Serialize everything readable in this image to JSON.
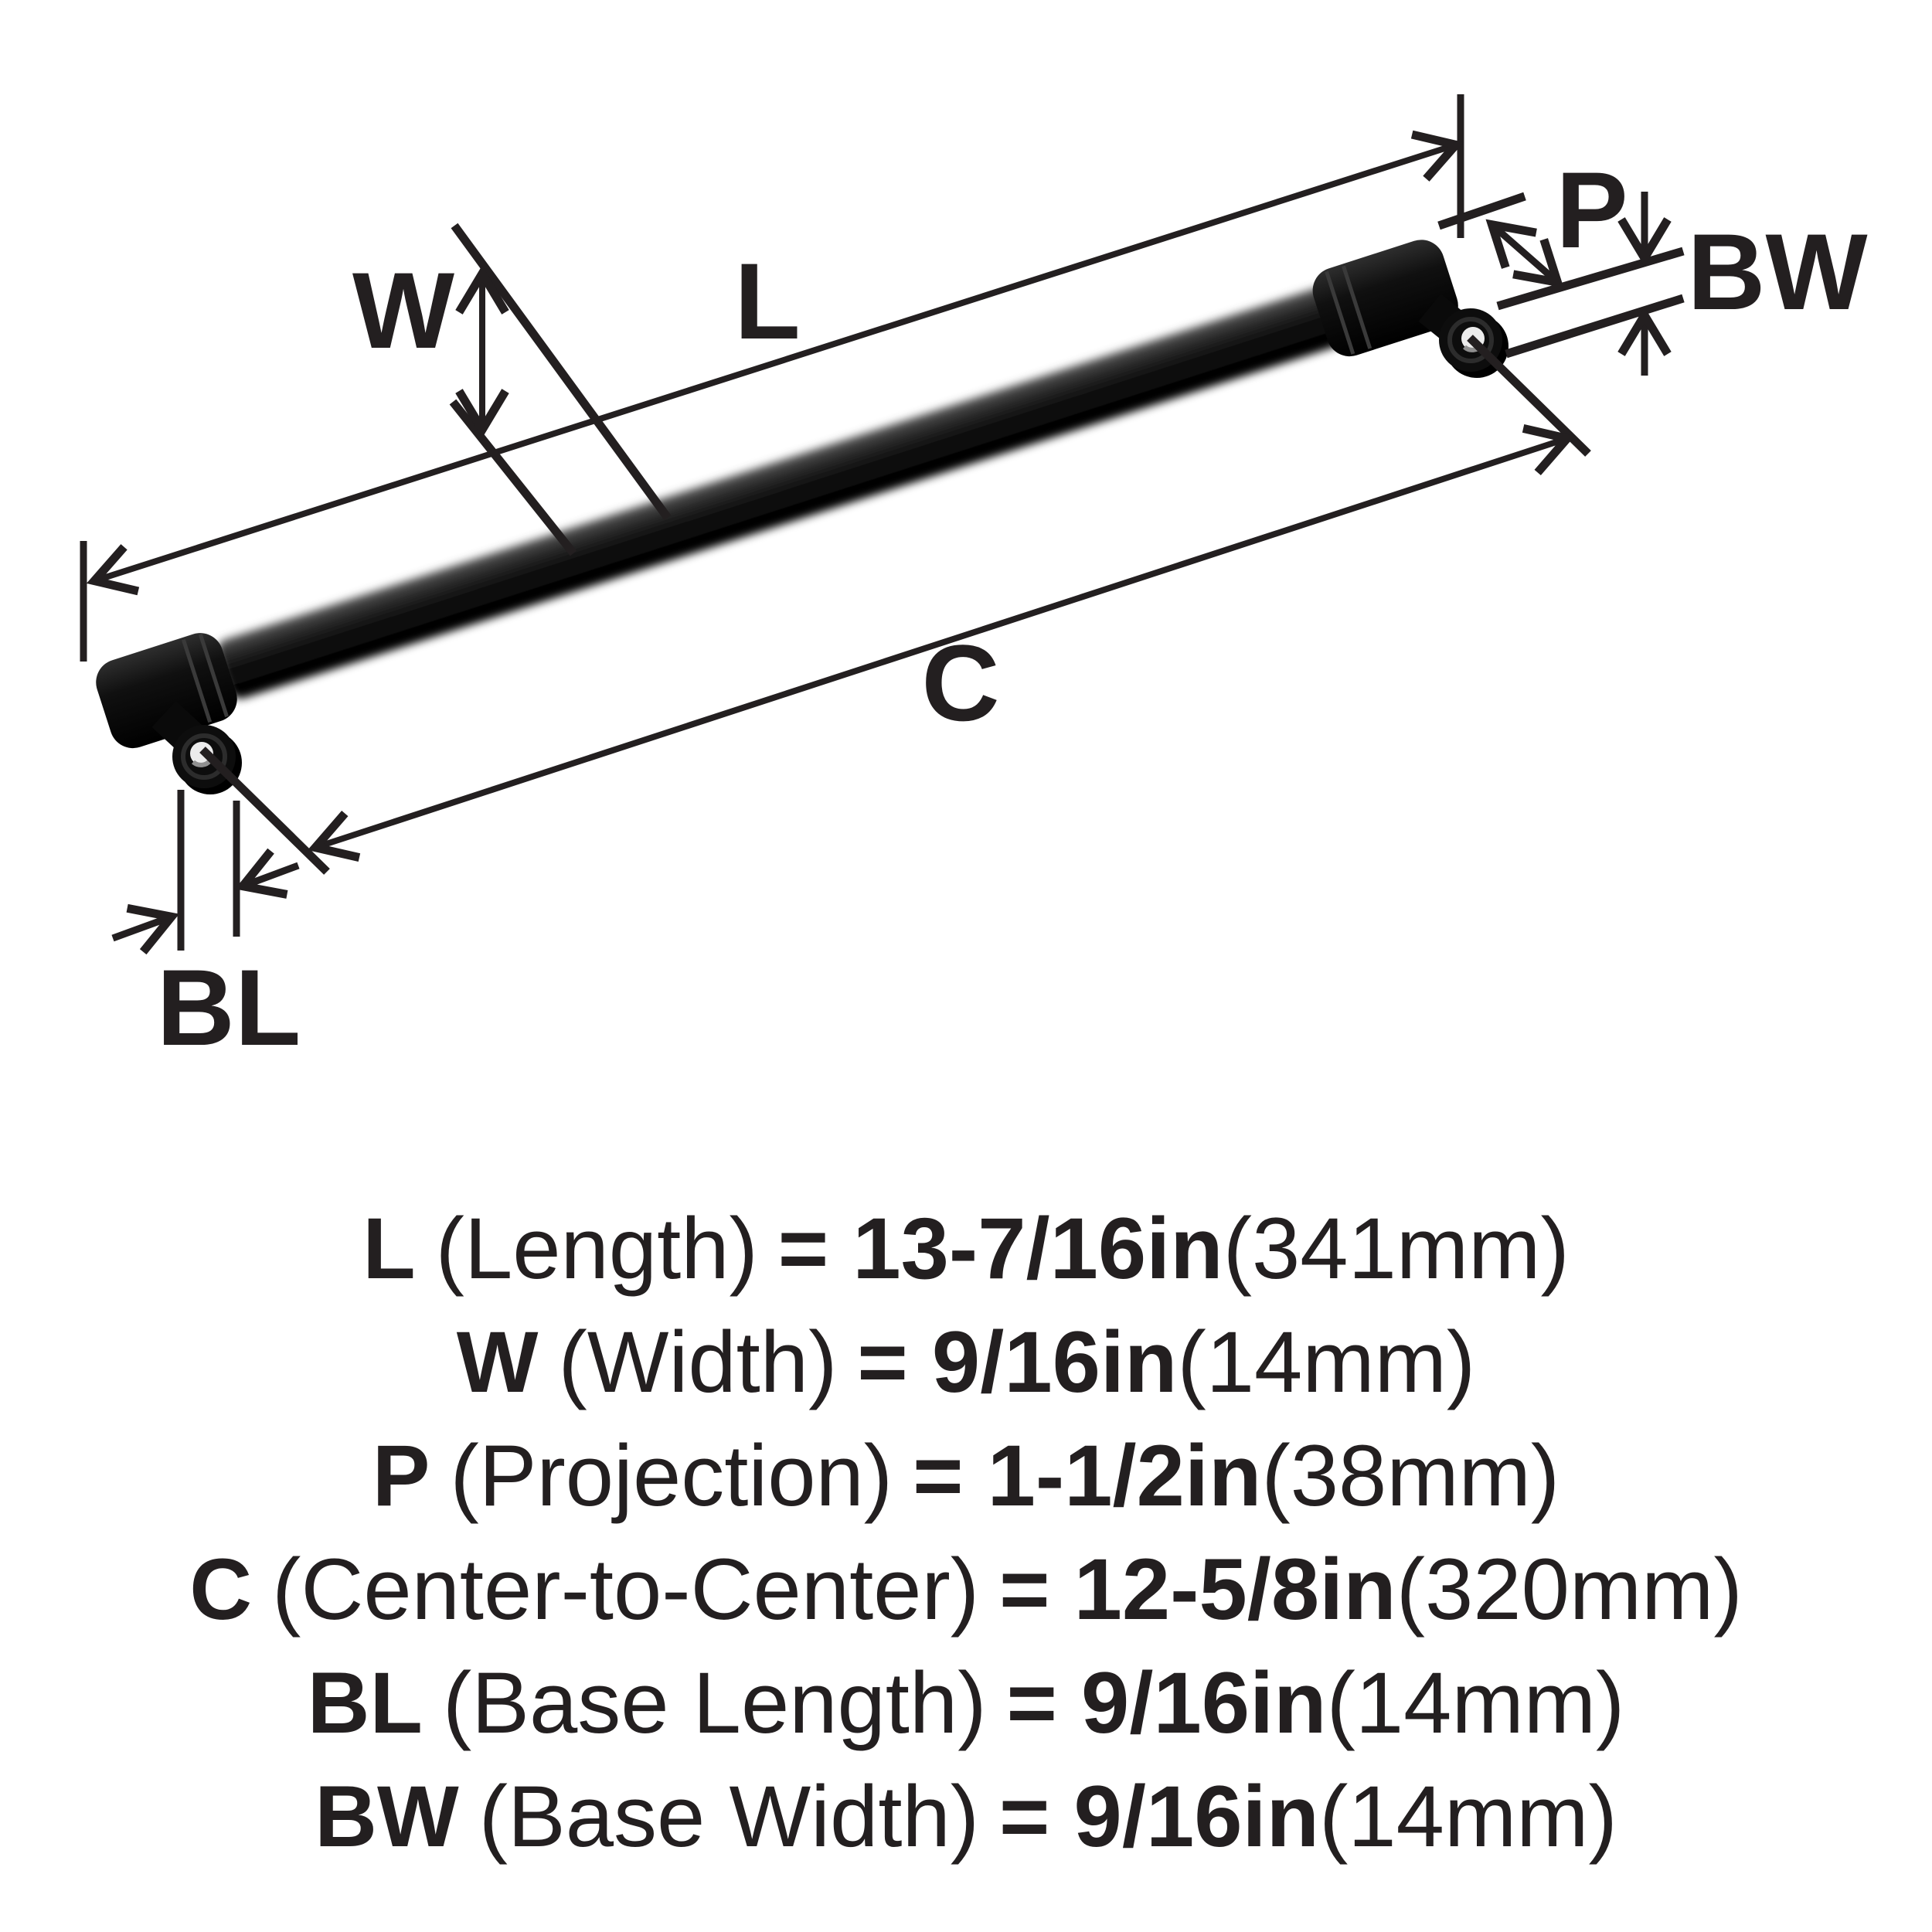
{
  "colors": {
    "ink": "#231f20",
    "handle_black": "#0a0a0a",
    "screw_silver": "#ececec",
    "background": "#ffffff"
  },
  "diagram": {
    "labels": {
      "L": "L",
      "W": "W",
      "P": "P",
      "C": "C",
      "BL": "BL",
      "BW": "BW"
    }
  },
  "specs": {
    "lines": [
      {
        "label": "L",
        "name": "(Length)",
        "value": "= 13-7/16in",
        "metric": "(341mm)"
      },
      {
        "label": "W",
        "name": "(Width)",
        "value": "= 9/16in",
        "metric": "(14mm)"
      },
      {
        "label": "P",
        "name": "(Projection)",
        "value": "= 1-1/2in",
        "metric": "(38mm)"
      },
      {
        "label": "C",
        "name": "(Center-to-Center)",
        "value": "= 12-5/8in",
        "metric": "(320mm)"
      },
      {
        "label": "BL",
        "name": "(Base Length)",
        "value": "= 9/16in",
        "metric": "(14mm)"
      },
      {
        "label": "BW",
        "name": "(Base Width)",
        "value": "= 9/16in",
        "metric": "(14mm)"
      }
    ]
  }
}
